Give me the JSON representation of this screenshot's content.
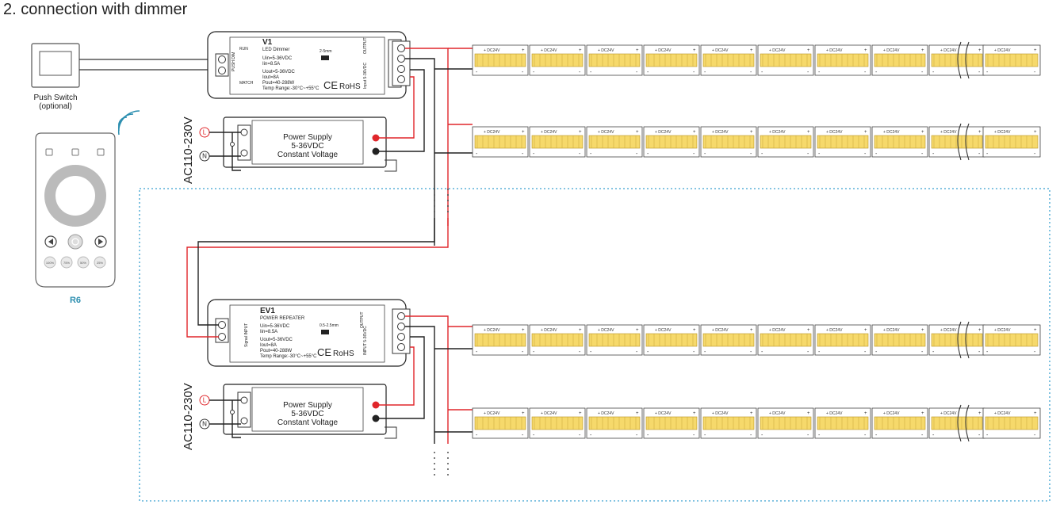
{
  "title": "2. connection with dimmer",
  "push_switch": {
    "label": "Push Switch",
    "sub": "(optional)"
  },
  "remote": {
    "label": "R6",
    "presets": [
      "100%",
      "75%",
      "50%",
      "25%"
    ],
    "accent": "#2d8fb0"
  },
  "dimmer": {
    "model": "V1",
    "name": "LED Dimmer",
    "specs": [
      "Uin=5-36VDC",
      "Iin=8.5A",
      "Uout=5-36VDC",
      "Iout=8A",
      "Pout=40-288W",
      "Temp Range:-30°C~+55°C"
    ],
    "run": "RUN",
    "match": "MATCH",
    "output": "OUTPUT",
    "input": "Input 5-36VDC",
    "pushdim": "PUSH DIM",
    "wire_size": "2-5mm"
  },
  "repeater": {
    "model": "EV1",
    "name": "POWER REPEATER",
    "specs": [
      "Uin=5-36VDC",
      "Iin=8.5A",
      "Uout=5-36VDC",
      "Iout=8A",
      "Pout=40-288W",
      "Temp Range:-30°C~+55°C"
    ],
    "output": "OUTPUT",
    "input": "INPUT 5-36VDC",
    "signal": "Signal INPUT",
    "wire_size": "0.5-2.5mm"
  },
  "power_supply": {
    "lines": [
      "Power Supply",
      "5-36VDC",
      "Constant Voltage"
    ],
    "ac_label": "AC110-230V",
    "L": "L",
    "N": "N"
  },
  "marks": {
    "ce": "CE",
    "rohs": "RoHS"
  },
  "strip": {
    "voltage": "DC24V",
    "plus": "+",
    "minus": "-",
    "segments": 10
  },
  "colors": {
    "wire_positive": "#e0262b",
    "wire_negative": "#222222",
    "led": "#f6d96b",
    "border": "#3aa0d0"
  }
}
